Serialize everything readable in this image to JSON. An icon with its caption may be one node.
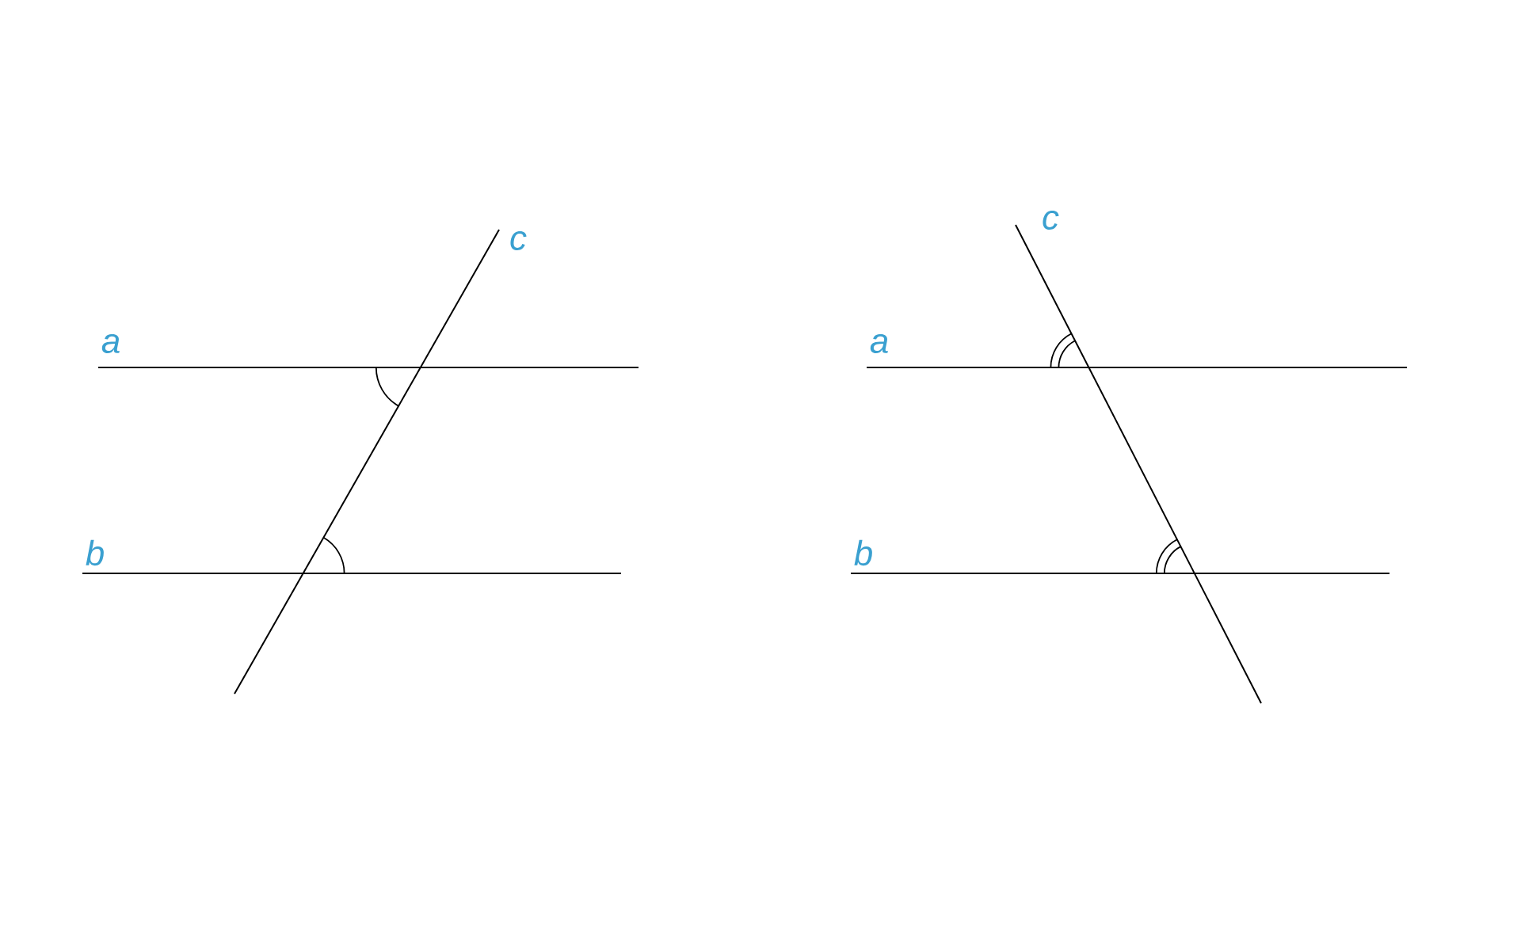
{
  "diagram": {
    "labels": [
      "c",
      "c",
      "a",
      "a",
      "b",
      "b"
    ]
  }
}
